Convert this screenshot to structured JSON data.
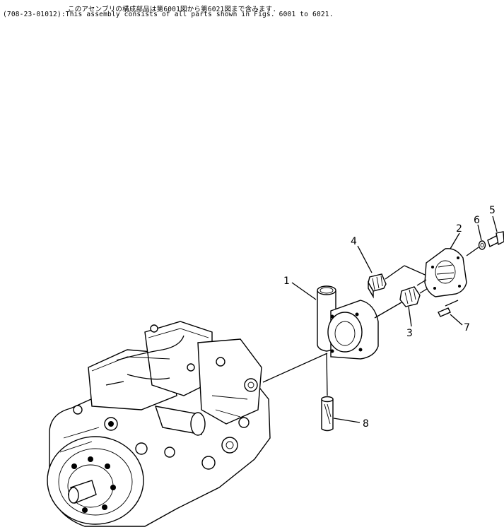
{
  "header": {
    "note_jp": "このアセンブリの構成部品は第6001図から第6021図まで含みます.",
    "note_en": "(708-23-01012):This assembly consists of all parts shown in Figs. 6001 to 6021."
  },
  "callouts": [
    {
      "id": "1",
      "label": "1"
    },
    {
      "id": "2",
      "label": "2"
    },
    {
      "id": "3",
      "label": "3"
    },
    {
      "id": "4",
      "label": "4"
    },
    {
      "id": "5",
      "label": "5"
    },
    {
      "id": "6",
      "label": "6"
    },
    {
      "id": "7",
      "label": "7"
    },
    {
      "id": "8",
      "label": "8"
    }
  ]
}
